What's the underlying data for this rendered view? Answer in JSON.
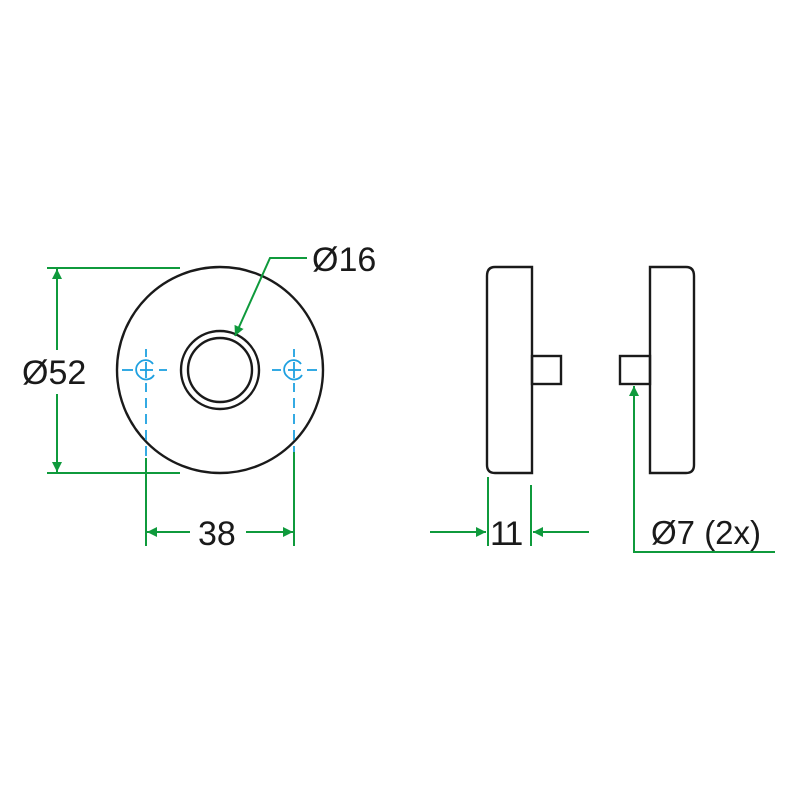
{
  "colors": {
    "outline": "#1a1a1a",
    "dimension": "#0f9a3c",
    "centerline": "#1ea0e0",
    "background": "#ffffff"
  },
  "front_view": {
    "outer_diameter_label": "Ø52",
    "bore_diameter_label": "Ø16",
    "hole_spacing_label": "38"
  },
  "side_view": {
    "thickness_label": "11",
    "pin_label": "Ø7 (2x)"
  }
}
